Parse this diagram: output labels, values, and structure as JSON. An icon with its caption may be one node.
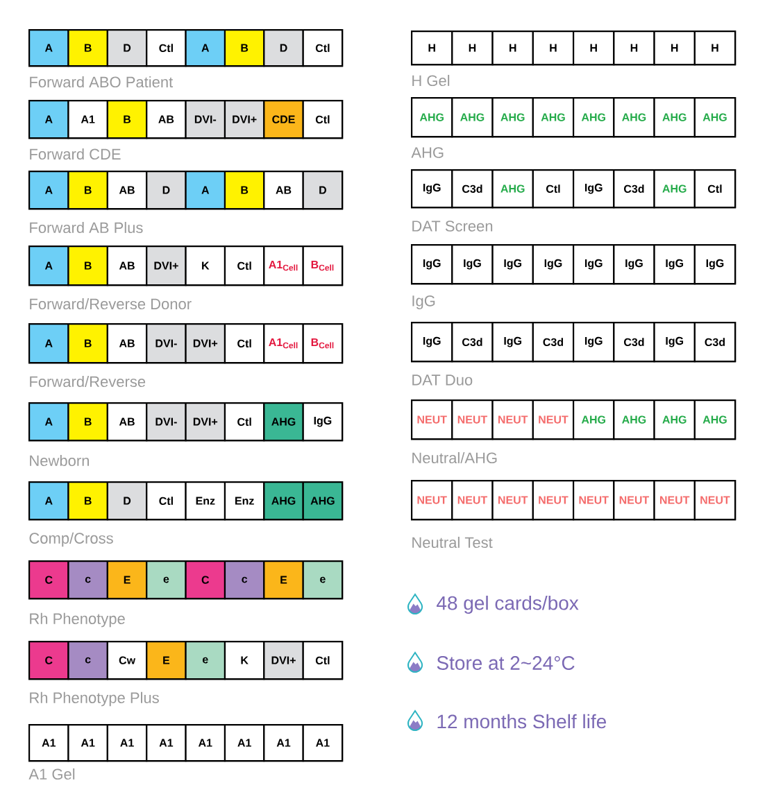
{
  "diagram": {
    "nodes": [
      {
        "text": [
          "Forward ABO Patient"
        ]
      },
      {
        "text": [
          "A"
        ],
        "in": 0
      },
      {
        "text": [
          "B"
        ],
        "in": 0
      },
      {
        "text": [
          "D"
        ],
        "in": 0
      },
      {
        "text": [
          "Ctl"
        ],
        "in": 0
      },
      {
        "text": [
          "A"
        ],
        "in": 0
      },
      {
        "text": [
          "B"
        ],
        "in": 0
      },
      {
        "text": [
          "D"
        ],
        "in": 0
      },
      {
        "text": [
          "Ctl"
        ],
        "in": 0
      },
      {
        "text": [
          "Forward CDE"
        ]
      },
      {
        "text": [
          "A"
        ],
        "in": 9
      },
      {
        "text": [
          "A1"
        ],
        "in": 9
      },
      {
        "text": [
          "B"
        ],
        "in": 9
      },
      {
        "text": [
          "AB"
        ],
        "in": 9
      },
      {
        "text": [
          "DVI-"
        ],
        "in": 9
      },
      {
        "text": [
          "DVI+"
        ],
        "in": 9
      },
      {
        "text": [
          "CDE"
        ],
        "in": 9
      },
      {
        "text": [
          "Ctl"
        ],
        "in": 9
      },
      {
        "text": [
          "Forward AB Plus"
        ]
      },
      {
        "text": [
          "A"
        ],
        "in": 18
      },
      {
        "text": [
          "B"
        ],
        "in": 18
      },
      {
        "text": [
          "AB"
        ],
        "in": 18
      },
      {
        "text": [
          "D"
        ],
        "in": 18
      },
      {
        "text": [
          "A"
        ],
        "in": 18
      },
      {
        "text": [
          "B"
        ],
        "in": 18
      },
      {
        "text": [
          "AB"
        ],
        "in": 18
      },
      {
        "text": [
          "D"
        ],
        "in": 18
      },
      {
        "text": [
          "Forward/Reverse Donor"
        ]
      },
      {
        "text": [
          "A"
        ],
        "in": 27
      },
      {
        "text": [
          "B"
        ],
        "in": 27
      },
      {
        "text": [
          "AB"
        ],
        "in": 27
      },
      {
        "text": [
          "DVI+"
        ],
        "in": 27
      },
      {
        "text": [
          "K"
        ],
        "in": 27
      },
      {
        "text": [
          "Ctl"
        ],
        "in": 27
      },
      {
        "text": [
          "A1$_{Cell}$"
        ],
        "in": 27
      },
      {
        "text": [
          "B$_{Cell}$"
        ],
        "in": 27
      },
      {
        "text": [
          "Forward/Reverse"
        ]
      },
      {
        "text": [
          "A"
        ],
        "in": 36
      },
      {
        "text": [
          "B"
        ],
        "in": 36
      },
      {
        "text": [
          "AB"
        ],
        "in": 36
      },
      {
        "text": [
          "DVI-"
        ],
        "in": 36
      },
      {
        "text": [
          "DVI+"
        ],
        "in": 36
      },
      {
        "text": [
          "Ctl"
        ],
        "in": 36
      },
      {
        "text": [
          "A1$_{Cell}$"
        ],
        "in": 36
      },
      {
        "text": [
          "B$_{Cell}$"
        ],
        "in": 36
      },
      {
        "text": [
          "Newborn"
        ]
      },
      {
        "text": [
          "A"
        ],
        "in": 45
      },
      {
        "text": [
          "B"
        ],
        "in": 45
      },
      {
        "text": [
          "AB"
        ],
        "in": 45
      },
      {
        "text": [
          "DVI-"
        ],
        "in": 45
      },
      {
        "text": [
          "DVI+"
        ],
        "in": 45
      },
      {
        "text": [
          "Ctl"
        ],
        "in": 45
      },
      {
        "text": [
          "AHG"
        ],
        "in": 45
      },
      {
        "text": [
          "IgG"
        ],
        "in": 45
      },
      {
        "text": [
          "Comp/Cross"
        ]
      },
      {
        "text": [
          "A"
        ],
        "in": 54
      },
      {
        "text": [
          "B"
        ],
        "in": 54
      },
      {
        "text": [
          "D"
        ],
        "in": 54
      },
      {
        "text": [
          "Ctl"
        ],
        "in": 54
      },
      {
        "text": [
          "Enz"
        ],
        "in": 54
      },
      {
        "text": [
          "Enz"
        ],
        "in": 54
      },
      {
        "text": [
          "AHG"
        ],
        "in": 54
      },
      {
        "text": [
          "AHG"
        ],
        "in": 54
      },
      {
        "text": [
          "Rh Phenotype"
        ]
      },
      {
        "text": [
          "C"
        ],
        "in": 63
      },
      {
        "text": [
          "c"
        ],
        "in": 63
      },
      {
        "text": [
          "E"
        ],
        "in": 63
      },
      {
        "text": [
          "e"
        ],
        "in": 63
      },
      {
        "text": [
          "C"
        ],
        "in": 63
      },
      {
        "text": [
          "c"
        ],
        "in": 63
      },
      {
        "text": [
          "E"
        ],
        "in": 63
      },
      {
        "text": [
          "e"
        ],
        "in": 63
      },
      {
        "text": [
          "Rh Phenotype Plus"
        ]
      },
      {
        "text": [
          "C"
        ],
        "in": 72
      },
      {
        "text": [
          "c"
        ],
        "in": 72
      },
      {
        "text": [
          "Cw"
        ],
        "in": 72
      },
      {
        "text": [
          "E"
        ],
        "in": 72
      },
      {
        "text": [
          "e"
        ],
        "in": 72
      },
      {
        "text": [
          "K"
        ],
        "in": 72
      },
      {
        "text": [
          "DVI+"
        ],
        "in": 72
      },
      {
        "text": [
          "Ctl"
        ],
        "in": 72
      },
      {
        "text": [
          "A1 Gel"
        ]
      },
      {
        "text": [
          "A1"
        ],
        "in": 81
      },
      {
        "text": [
          "A1"
        ],
        "in": 81
      },
      {
        "text": [
          "A1"
        ],
        "in": 81
      },
      {
        "text": [
          "A1"
        ],
        "in": 81
      },
      {
        "text": [
          "A1"
        ],
        "in": 81
      },
      {
        "text": [
          "A1"
        ],
        "in": 81
      },
      {
        "text": [
          "A1"
        ],
        "in": 81
      },
      {
        "text": [
          "A1"
        ],
        "in": 81
      },
      {
        "text": [
          "H Gel"
        ]
      },
      {
        "text": [
          "H"
        ],
        "in": 90
      },
      {
        "text": [
          "H"
        ],
        "in": 90
      },
      {
        "text": [
          "H"
        ],
        "in": 90
      },
      {
        "text": [
          "H"
        ],
        "in": 90
      },
      {
        "text": [
          "H"
        ],
        "in": 90
      },
      {
        "text": [
          "H"
        ],
        "in": 90
      },
      {
        "text": [
          "H"
        ],
        "in": 90
      },
      {
        "text": [
          "H"
        ],
        "in": 90
      },
      {
        "text": [
          "AHG"
        ]
      },
      {
        "text": [
          "AHG"
        ],
        "in": 99
      },
      {
        "text": [
          "AHG"
        ],
        "in": 99
      },
      {
        "text": [
          "AHG"
        ],
        "in": 99
      },
      {
        "text": [
          "AHG"
        ],
        "in": 99
      },
      {
        "text": [
          "AHG"
        ],
        "in": 99
      },
      {
        "text": [
          "AHG"
        ],
        "in": 99
      },
      {
        "text": [
          "AHG"
        ],
        "in": 99
      },
      {
        "text": [
          "AHG"
        ],
        "in": 99
      },
      {
        "text": [
          "DAT Screen"
        ]
      },
      {
        "text": [
          "IgG"
        ],
        "in": 108
      },
      {
        "text": [
          "C3d"
        ],
        "in": 108
      },
      {
        "text": [
          "AHG"
        ],
        "in": 108
      },
      {
        "text": [
          "Ctl"
        ],
        "in": 108
      },
      {
        "text": [
          "IgG"
        ],
        "in": 108
      },
      {
        "text": [
          "C3d"
        ],
        "in": 108
      },
      {
        "text": [
          "AHG"
        ],
        "in": 108
      },
      {
        "text": [
          "Ctl"
        ],
        "in": 108
      },
      {
        "text": [
          "IgG"
        ]
      },
      {
        "text": [
          "IgG"
        ],
        "in": 117
      },
      {
        "text": [
          "IgG"
        ],
        "in": 117
      },
      {
        "text": [
          "IgG"
        ],
        "in": 117
      },
      {
        "text": [
          "IgG"
        ],
        "in": 117
      },
      {
        "text": [
          "IgG"
        ],
        "in": 117
      },
      {
        "text": [
          "IgG"
        ],
        "in": 117
      },
      {
        "text": [
          "IgG"
        ],
        "in": 117
      },
      {
        "text": [
          "IgG"
        ],
        "in": 117
      },
      {
        "text": [
          "DAT Duo"
        ]
      },
      {
        "text": [
          "IgG"
        ],
        "in": 126
      },
      {
        "text": [
          "C3d"
        ],
        "in": 126
      },
      {
        "text": [
          "IgG"
        ],
        "in": 126
      },
      {
        "text": [
          "C3d"
        ],
        "in": 126
      },
      {
        "text": [
          "IgG"
        ],
        "in": 126
      },
      {
        "text": [
          "C3d"
        ],
        "in": 126
      },
      {
        "text": [
          "IgG"
        ],
        "in": 126
      },
      {
        "text": [
          "C3d"
        ],
        "in": 126
      },
      {
        "text": [
          "Neutral/AHG"
        ]
      },
      {
        "text": [
          "NEUT"
        ],
        "in": 135
      },
      {
        "text": [
          "NEUT"
        ],
        "in": 135
      },
      {
        "text": [
          "NEUT"
        ],
        "in": 135
      },
      {
        "text": [
          "NEUT"
        ],
        "in": 135
      },
      {
        "text": [
          "AHG"
        ],
        "in": 135
      },
      {
        "text": [
          "AHG"
        ],
        "in": 135
      },
      {
        "text": [
          "AHG"
        ],
        "in": 135
      },
      {
        "text": [
          "AHG"
        ],
        "in": 135
      },
      {
        "text": [
          "Neutral Test"
        ]
      },
      {
        "text": [
          "NEUT"
        ],
        "in": 144
      },
      {
        "text": [
          "NEUT"
        ],
        "in": 144
      },
      {
        "text": [
          "NEUT"
        ],
        "in": 144
      },
      {
        "text": [
          "NEUT"
        ],
        "in": 144
      },
      {
        "text": [
          "NEUT"
        ],
        "in": 144
      },
      {
        "text": [
          "NEUT"
        ],
        "in": 144
      },
      {
        "text": [
          "NEUT"
        ],
        "in": 144
      },
      {
        "text": [
          "NEUT"
        ],
        "in": 144
      }
    ],
    "labels": [
      "48 gel cards/box",
      "Store at 2~24°C",
      "12 months Shelf life"
    ]
  }
}
